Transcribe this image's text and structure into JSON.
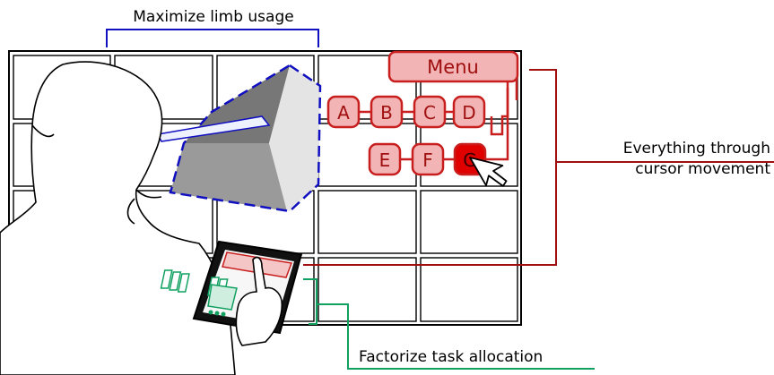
{
  "annotations": {
    "top_label": "Maximize limb usage",
    "right_label_line1": "Everything through",
    "right_label_line2": "cursor movement",
    "bottom_label": "Factorize task allocation"
  },
  "menu": {
    "title": "Menu",
    "buttons_row1": [
      "A",
      "B",
      "C",
      "D"
    ],
    "buttons_row2": [
      "E",
      "F",
      "G"
    ],
    "selected": "G"
  },
  "colors": {
    "grid_stroke": "#000000",
    "blue_bracket": "#1010c0",
    "red_connector": "#a01010",
    "green_connector": "#10a060",
    "menu_fill": "#f2b4b4",
    "menu_stroke": "#c81e1e",
    "selected_fill": "#e00000"
  }
}
